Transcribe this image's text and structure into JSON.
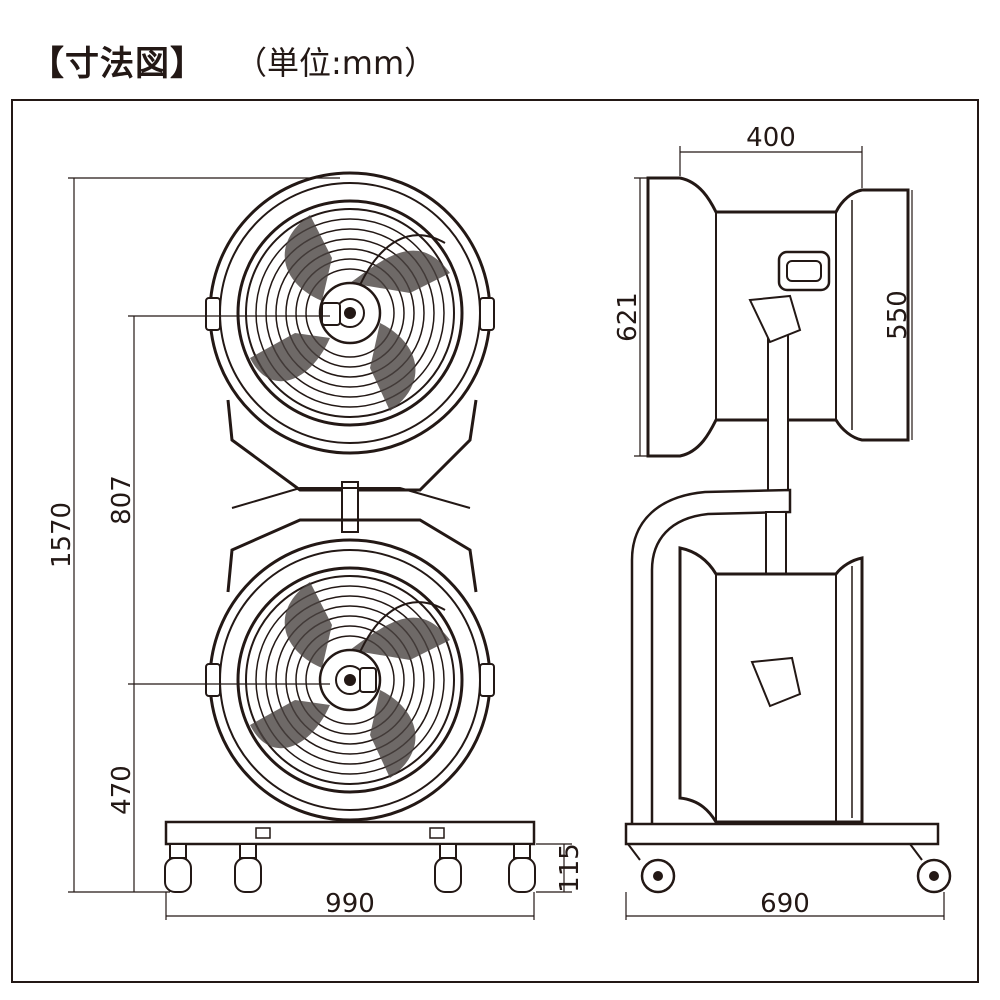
{
  "header": {
    "title": "【寸法図】",
    "unit": "（単位:mm）"
  },
  "dimensions": {
    "total_height": "1570",
    "fan_spacing": "807",
    "lower_fan_center_height": "470",
    "base_width": "990",
    "caster_height": "115",
    "fan_depth": "400",
    "fan_outer_diameter": "621",
    "fan_inner_diameter": "550",
    "side_base_length": "690"
  }
}
